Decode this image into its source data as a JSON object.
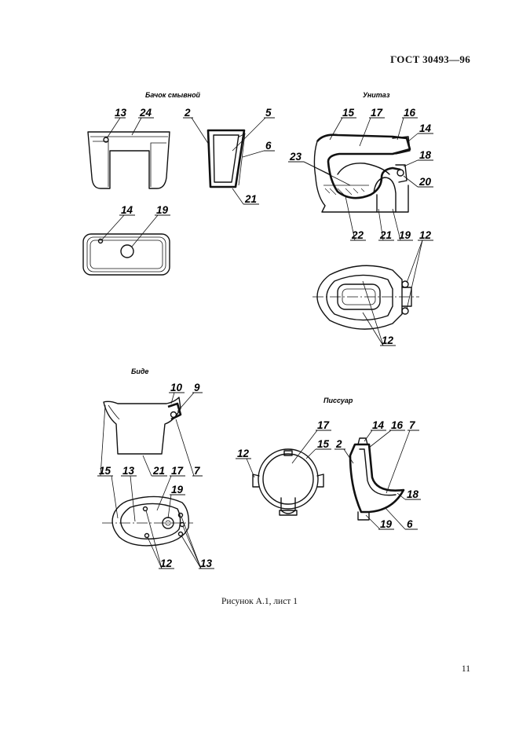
{
  "header": {
    "standard": "ГОСТ 30493—96"
  },
  "sections": {
    "tank": {
      "title": "Бачок смывной"
    },
    "toilet": {
      "title": "Унитаз"
    },
    "bidet": {
      "title": "Биде"
    },
    "urinal": {
      "title": "Писсуар"
    }
  },
  "callouts": {
    "tank": [
      "13",
      "24",
      "2",
      "5",
      "6",
      "21",
      "14",
      "19"
    ],
    "toilet": [
      "15",
      "17",
      "16",
      "14",
      "18",
      "23",
      "20",
      "22",
      "21",
      "19",
      "12",
      "12"
    ],
    "bidet": [
      "10",
      "9",
      "21",
      "7",
      "15",
      "13",
      "17",
      "19",
      "12",
      "13"
    ],
    "urinal": [
      "12",
      "17",
      "15",
      "2",
      "14",
      "16",
      "7",
      "18",
      "19",
      "6"
    ]
  },
  "caption": "Рисунок А.1, лист 1",
  "page_number": "11"
}
